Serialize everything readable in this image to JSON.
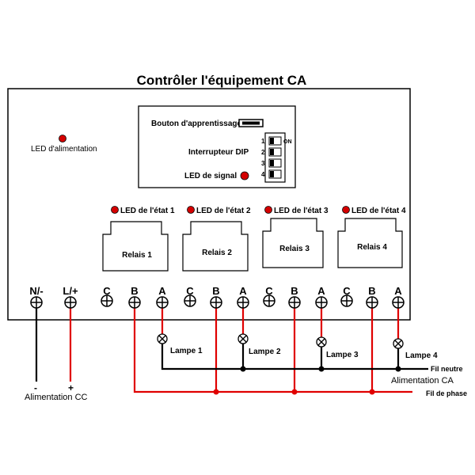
{
  "title": "Contrôler l'équipement CA",
  "power_led": {
    "label": "LED d'alimentation",
    "color": "#d40000"
  },
  "control_panel": {
    "learn_button_label": "Bouton d'apprentissage",
    "dip_switch_label": "Interrupteur DIP",
    "dip_on_label": "ON",
    "dip_numbers": [
      "1",
      "2",
      "3",
      "4"
    ],
    "signal_led_label": "LED de signal"
  },
  "relays": [
    {
      "led_label": "LED de l'état 1",
      "label": "Relais 1"
    },
    {
      "led_label": "LED de l'état 2",
      "label": "Relais 2"
    },
    {
      "led_label": "LED de l'état 3",
      "label": "Relais 3"
    },
    {
      "led_label": "LED de l'état 4",
      "label": "Relais 4"
    }
  ],
  "terminals": {
    "power": [
      "N/-",
      "L/+"
    ],
    "relay_cba": [
      "C",
      "B",
      "A"
    ]
  },
  "lamps": [
    "Lampe 1",
    "Lampe 2",
    "Lampe 3",
    "Lampe 4"
  ],
  "dc_supply": {
    "minus": "-",
    "plus": "+",
    "label": "Alimentation CC"
  },
  "ac_supply": {
    "neutral_label": "Fil neutre",
    "label": "Alimentation CA",
    "phase_label": "Fil de phase"
  },
  "colors": {
    "wire_black": "#000000",
    "wire_red": "#e00000",
    "led_red": "#d40000"
  }
}
